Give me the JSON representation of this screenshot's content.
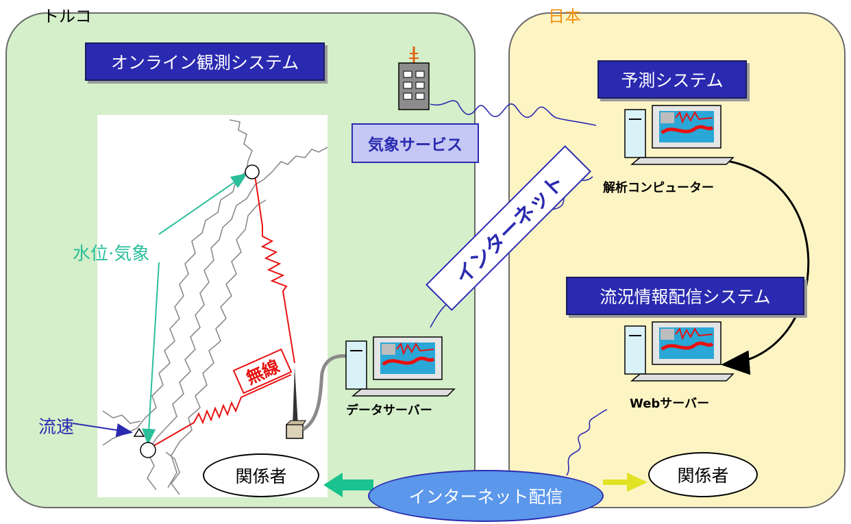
{
  "regions": {
    "turkey": {
      "label": "トルコ"
    },
    "japan": {
      "label": "日本"
    }
  },
  "systems": {
    "online_observation": "オンライン観測システム",
    "forecast": "予測システム",
    "flow_distribution": "流況情報配信システム"
  },
  "weather_service": "気象サービス",
  "internet_label": "インターネット",
  "computers": {
    "analysis": "解析コンピューター",
    "data_server": "データサーバー",
    "web_server": "Webサーバー"
  },
  "map_labels": {
    "water_level": "水位·気象",
    "flow_velocity": "流速",
    "wireless": "無線"
  },
  "stakeholders": {
    "turkey": "関係者",
    "japan": "関係者"
  },
  "internet_delivery": "インターネット配信",
  "colors": {
    "turkey_bg": "#d4efc9",
    "japan_bg": "#fdf4c4",
    "system_box": "#2a2ab0",
    "radio_red": "#e81010",
    "arrow_teal": "#2bbf9b",
    "internet_line": "#2a2ab0"
  }
}
